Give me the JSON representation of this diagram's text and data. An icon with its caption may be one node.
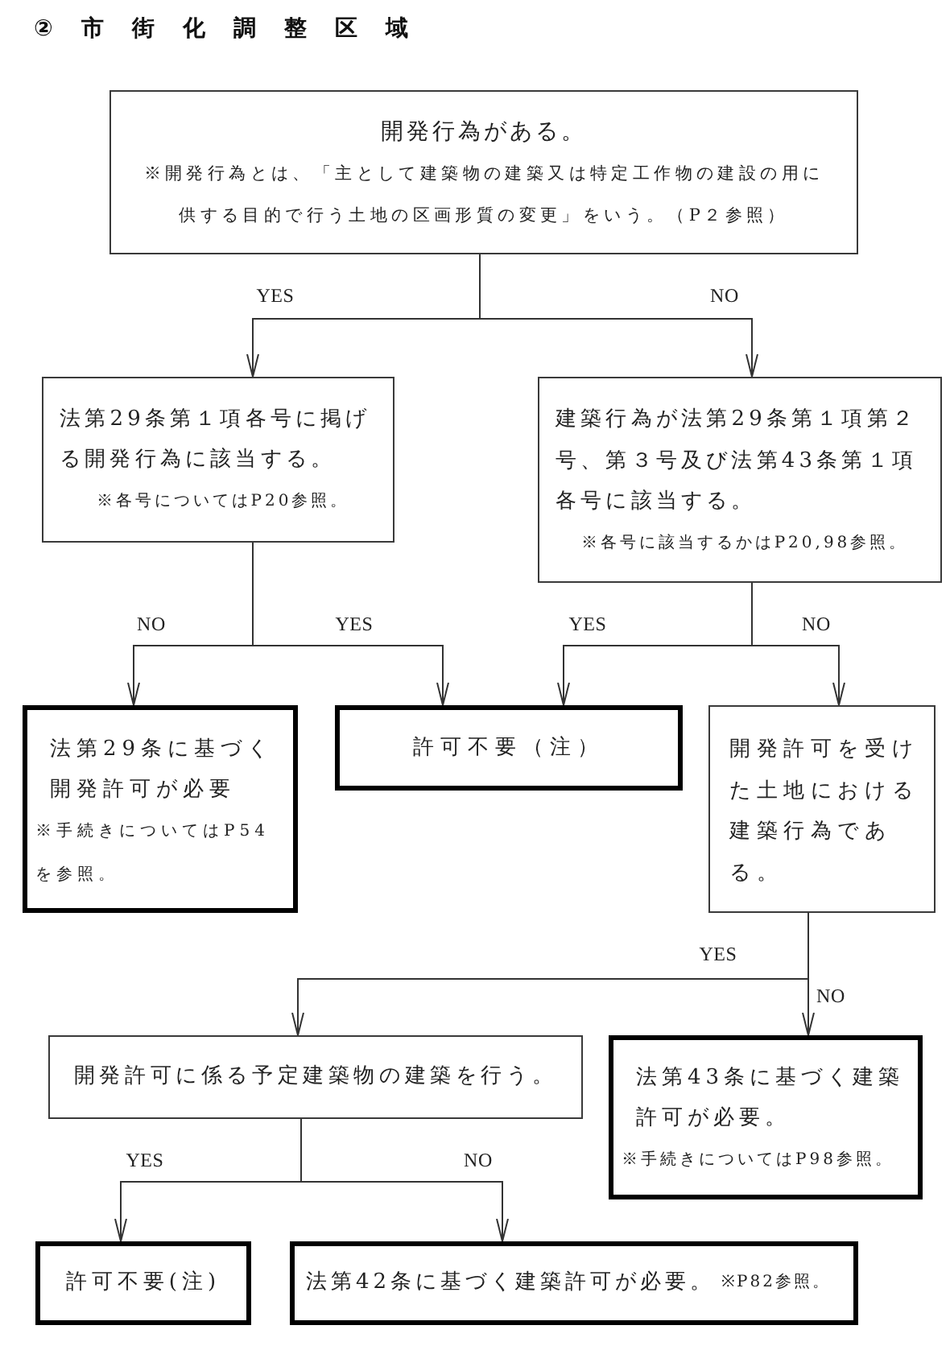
{
  "diagram": {
    "title": "②市街化調整区域",
    "nodes": [
      {
        "text": [
          "開発行為がある。",
          "※開発行為とは、「主として建築物の建築又は特定工作物の建設の用に供する目的で行う土地の区画形質の変更」をいう。（P２参照）"
        ]
      },
      {
        "text": [
          "法第29条第１項各号に掲げる開発行為に該当する。",
          "※各号についてはP20参照。"
        ]
      },
      {
        "text": [
          "建築行為が法第29条第１項第２号、第３号及び法第43条第１項各号に該当する。",
          "※各号に該当するかはP20,98参照。"
        ]
      },
      {
        "text": [
          "法第29条に基づく開発許可が必要",
          "※手続きについてはP54を参照。"
        ]
      },
      {
        "text": [
          "許可不要（注）"
        ]
      },
      {
        "text": [
          "開発許可を受けた土地における建築行為である。"
        ]
      },
      {
        "text": [
          "開発許可に係る予定建築物の建築を行う。"
        ]
      },
      {
        "text": [
          "法第43条に基づく建築許可が必要。",
          "※手続きについてはP98参照。"
        ]
      },
      {
        "text": [
          "許可不要(注)"
        ]
      },
      {
        "text": [
          "法第42条に基づく建築許可が必要。",
          "※P82参照。"
        ]
      }
    ],
    "edges": [
      {
        "from": 0,
        "to": 1,
        "arrow": "to",
        "label": "YES"
      },
      {
        "from": 0,
        "to": 2,
        "arrow": "to",
        "label": "NO"
      },
      {
        "from": 1,
        "to": 3,
        "arrow": "to",
        "label": "NO"
      },
      {
        "from": 1,
        "to": 4,
        "arrow": "to",
        "label": "YES"
      },
      {
        "from": 2,
        "to": 4,
        "arrow": "to",
        "label": "YES"
      },
      {
        "from": 2,
        "to": 5,
        "arrow": "to",
        "label": "NO"
      },
      {
        "from": 5,
        "to": 6,
        "arrow": "to",
        "label": "YES"
      },
      {
        "from": 5,
        "to": 7,
        "arrow": "to",
        "label": "NO"
      },
      {
        "from": 6,
        "to": 8,
        "arrow": "to",
        "label": "YES"
      },
      {
        "from": 6,
        "to": 9,
        "arrow": "to",
        "label": "NO"
      }
    ]
  }
}
